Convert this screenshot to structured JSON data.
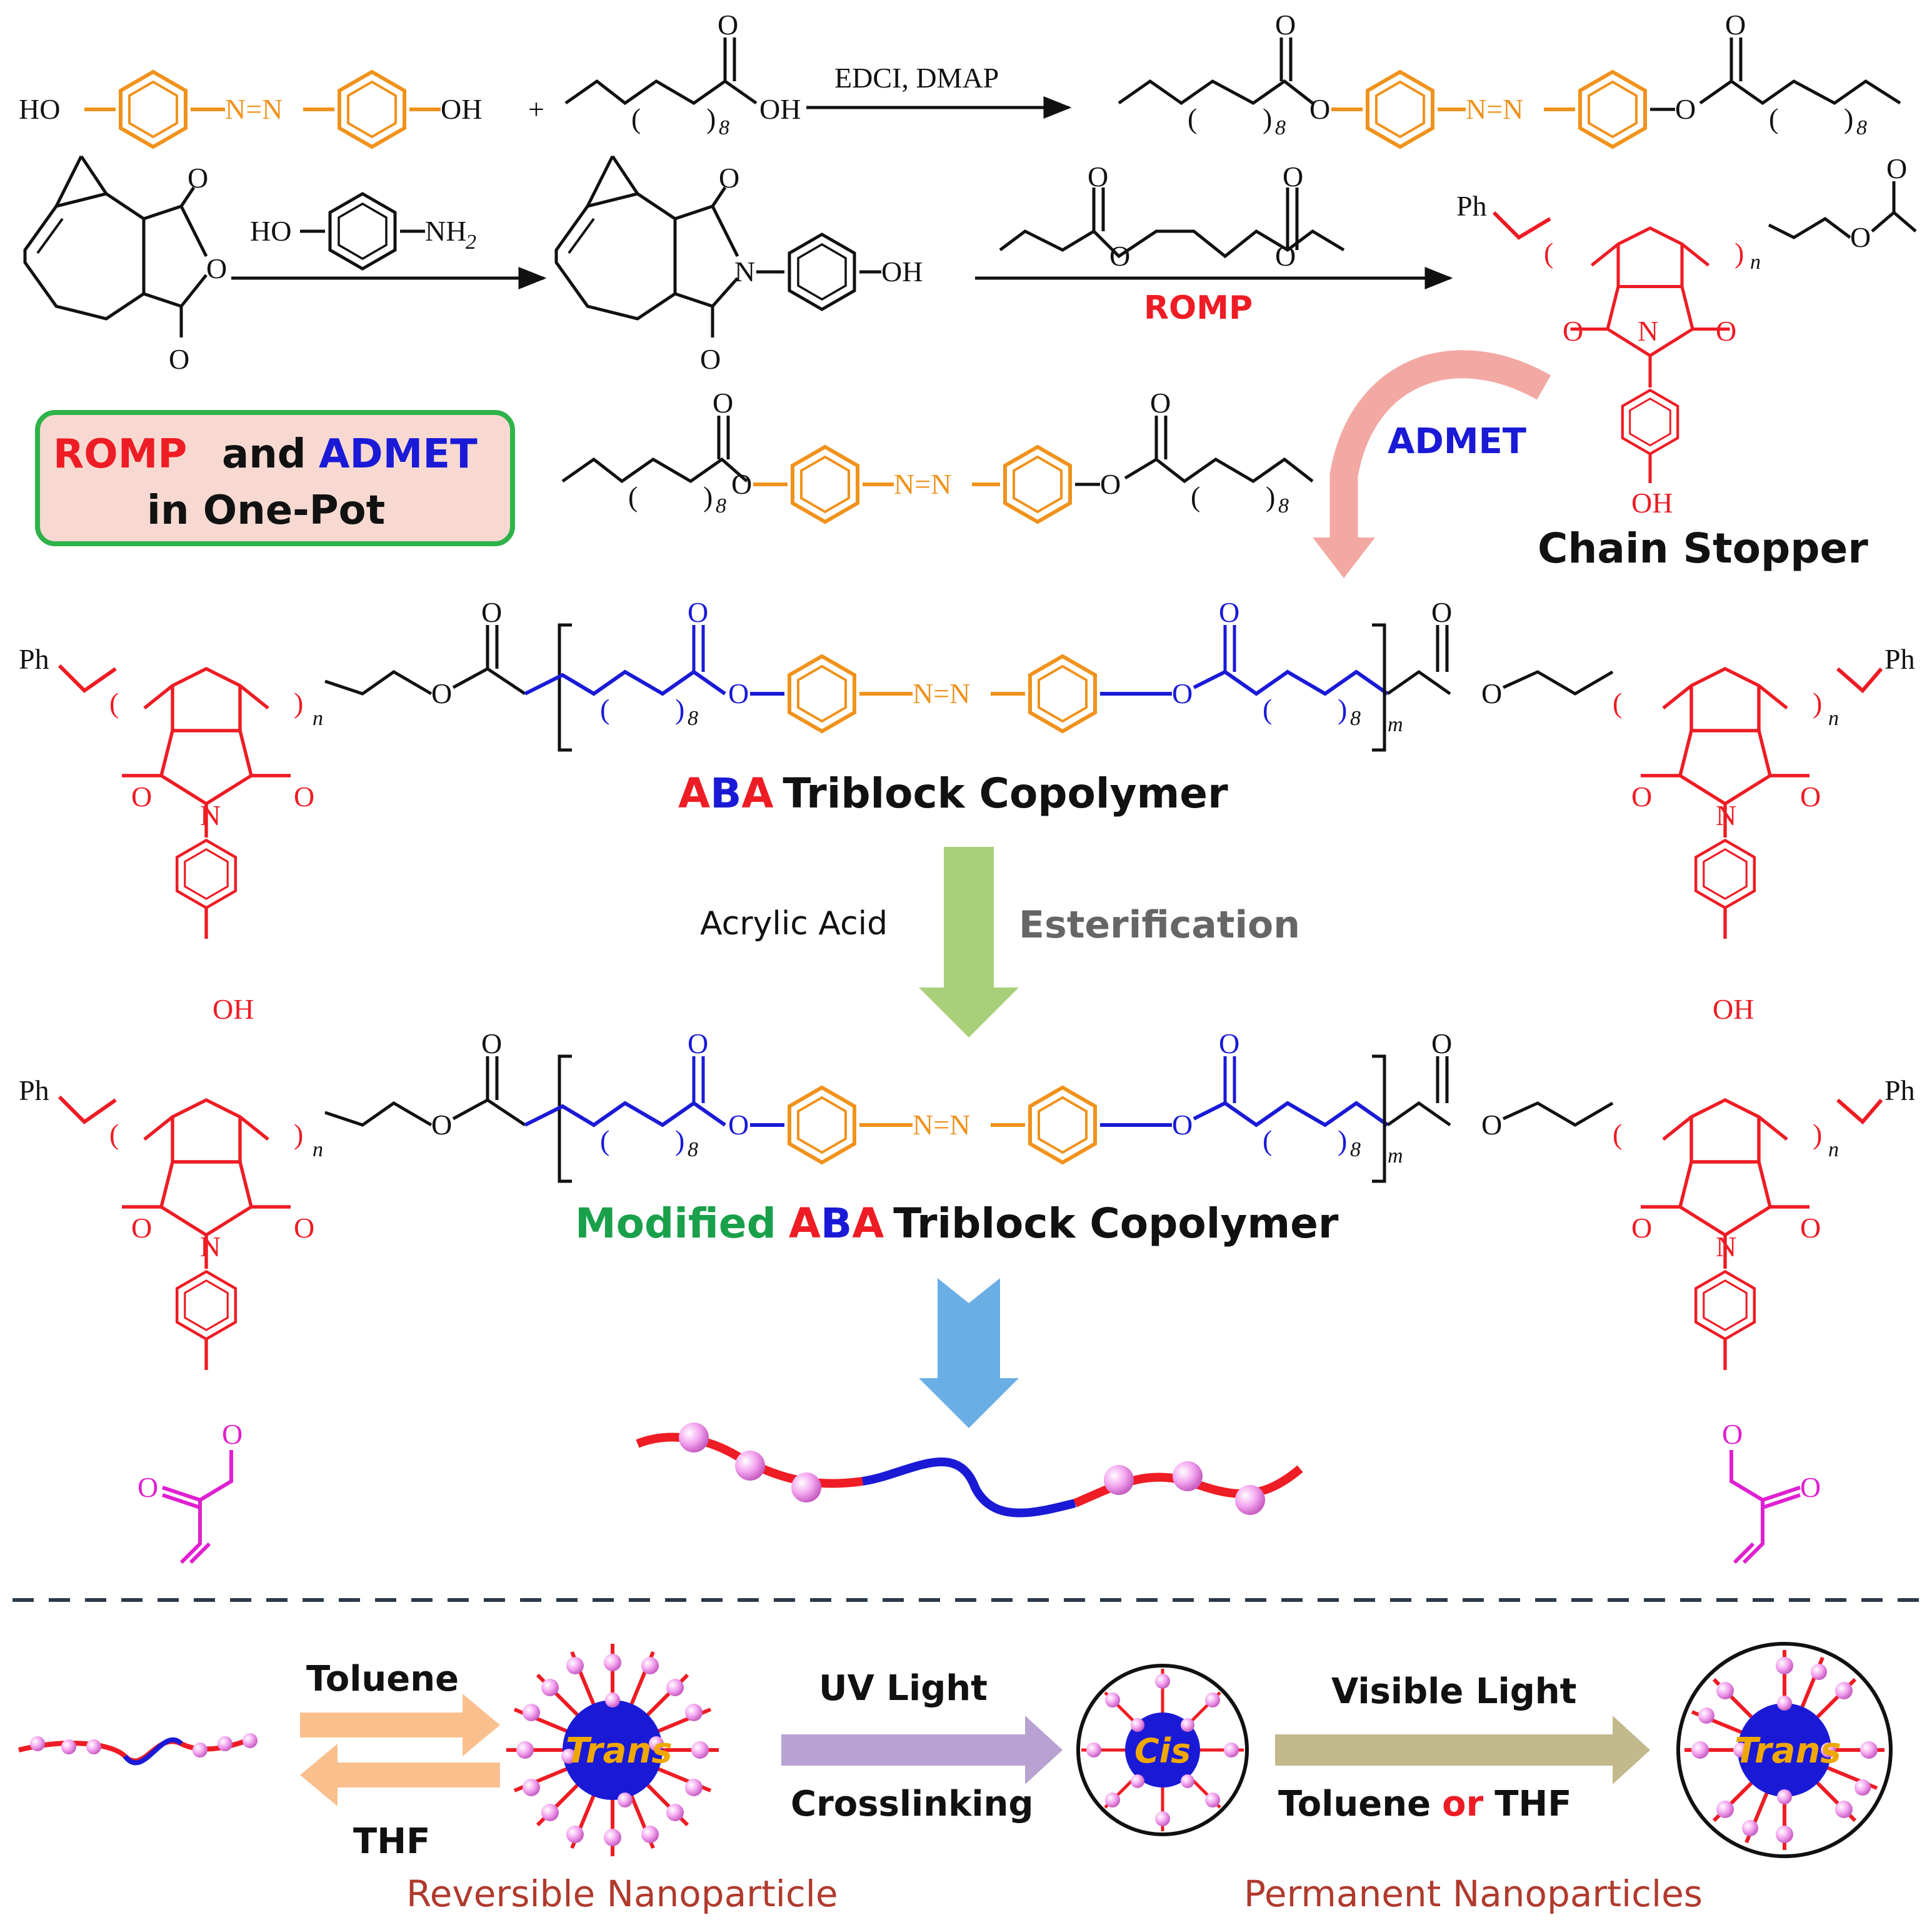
{
  "colors": {
    "azo": "#f0921c",
    "romp": "#ee1c24",
    "admet": "#1a1ad6",
    "black": "#111111",
    "acrylate": "#e020d0",
    "modified": "#1aa04a",
    "bead": "#f4a6f0",
    "box_fill": "#f7d9d2",
    "box_border": "#2eb34a",
    "arrow_green": "#a8d07a",
    "arrow_blue": "#6aaee6",
    "arrow_orange": "#f9c08e",
    "arrow_purple": "#b8a2d2",
    "arrow_tan": "#c2b98c",
    "curved_arrow": "#f3a9a3",
    "caption": "#b03a2e"
  },
  "reaction1": {
    "ho_left": "HO",
    "azo_link": "N=N",
    "oh_right": "OH",
    "plus": "+",
    "oh_acid": "OH",
    "o_carbonyl": "O",
    "sub8": "8",
    "reagents": "EDCI, DMAP"
  },
  "reaction2": {
    "o_top": "O",
    "o_bottom": "O",
    "o_ring": "O",
    "aminophenol": "HO",
    "nh2": "NH",
    "nh2_sub": "2",
    "n_imide": "N",
    "oh": "OH",
    "romp_label": "ROMP",
    "ph": "Ph",
    "n_sub": "n"
  },
  "box": {
    "romp": "ROMP",
    "and": "and",
    "admet": "ADMET",
    "line2": "in One-Pot"
  },
  "admet_label": "ADMET",
  "chain_stopper": "Chain Stopper",
  "copolymer": {
    "aba_a1": "A",
    "aba_b": "B",
    "aba_a2": "A",
    "title_rest": "Triblock Copolymer",
    "ph": "Ph",
    "n_sub": "n",
    "m_sub": "m",
    "oh": "OH",
    "n_atom": "N",
    "o_atom": "O"
  },
  "step": {
    "reagent": "Acrylic Acid",
    "process": "Esterification"
  },
  "modified": {
    "modified_word": "Modified",
    "aba_a1": "A",
    "aba_b": "B",
    "aba_a2": "A",
    "title_rest": "Triblock Copolymer"
  },
  "bottom": {
    "toluene": "Toluene",
    "thf": "THF",
    "trans1": "Trans",
    "uv": "UV Light",
    "crosslinking": "Crosslinking",
    "cis": "Cis",
    "visible": "Visible Light",
    "toluene2": "Toluene",
    "or": "or",
    "thf2": "THF",
    "trans2": "Trans",
    "caption_left": "Reversible Nanoparticle",
    "caption_right": "Permanent Nanoparticles"
  }
}
